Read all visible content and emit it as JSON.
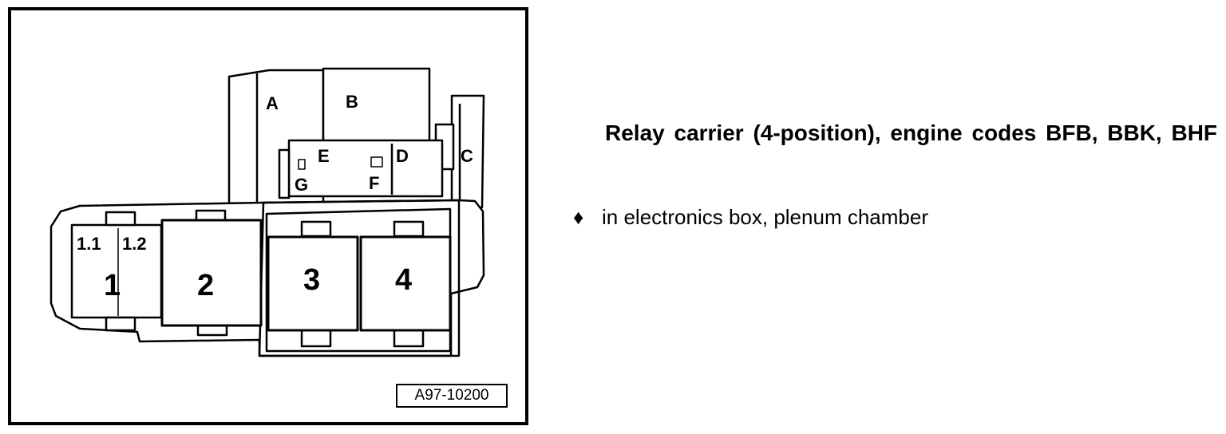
{
  "caption": {
    "title": "Relay carrier (4-position), engine codes BFB, BBK, BHF",
    "bullet_symbol": "♦",
    "bullet_text": "in electronics box, plenum chamber"
  },
  "diagram": {
    "figure_id": "A97-10200",
    "relay_labels": {
      "r1": "1",
      "r1_1": "1.1",
      "r1_2": "1.2",
      "r2": "2",
      "r3": "3",
      "r4": "4"
    },
    "component_labels": {
      "a": "A",
      "b": "B",
      "c": "C",
      "d": "D",
      "e": "E",
      "f": "F",
      "g": "G"
    }
  }
}
